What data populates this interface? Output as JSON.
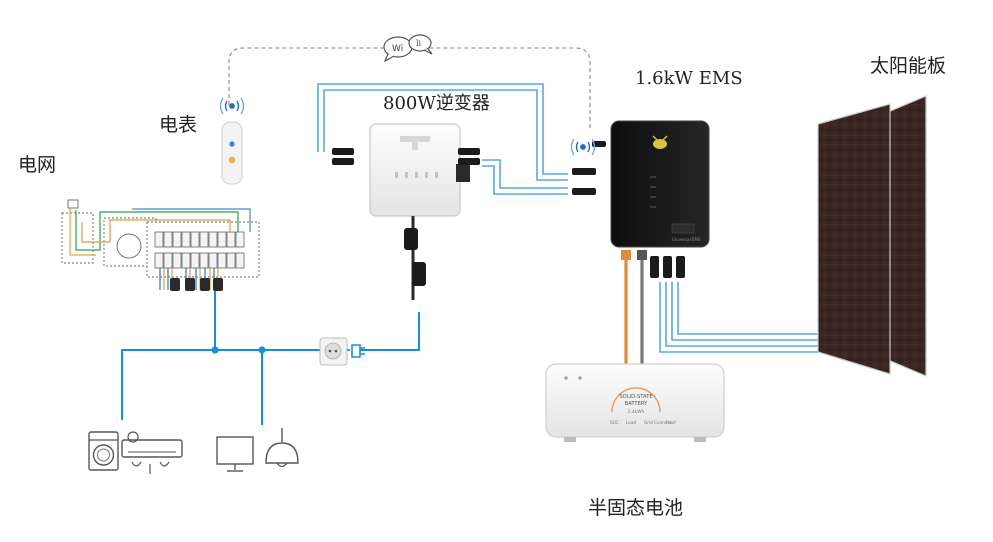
{
  "labels": {
    "grid": "电网",
    "meter": "电表",
    "inverter": "800W逆变器",
    "ems": "1.6kW EMS",
    "solar_panel": "太阳能板",
    "battery": "半固态电池"
  },
  "wifi_badge": {
    "text": "Wi",
    "script_mark": "li"
  },
  "ems_device": {
    "model_text": "Universal EMS"
  },
  "battery_device": {
    "line1": "SOLID-STATE",
    "line2": "BATTERY",
    "capacity": "2.4kWh",
    "status_labels": [
      "SOC",
      "Load",
      "Grid Connect",
      "Fault"
    ]
  },
  "colors": {
    "dc_link": "#5aa9df",
    "ac_link": "#1a8fd6",
    "battery_cable": "#e08a3c",
    "signal": "#9a9a9a",
    "panel": "#2e1d19"
  }
}
